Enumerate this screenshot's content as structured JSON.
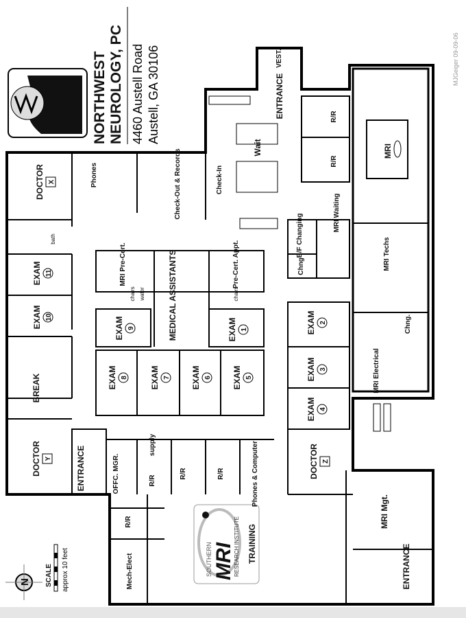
{
  "header": {
    "practice_name_line1": "NORTHWEST",
    "practice_name_line2": "NEUROLOGY, PC",
    "address_line1": "4460 Austell Road",
    "address_line2": "Austell, GA 30106"
  },
  "credit": "MJGeiger 09-09-06",
  "rooms": [
    {
      "label": "DOCTOR",
      "badge": "X"
    },
    {
      "label": "Phones"
    },
    {
      "label": "Check-Out & Records"
    },
    {
      "label": "Check-In"
    },
    {
      "label": "Wait"
    },
    {
      "label": "ENTRANCE"
    },
    {
      "label": "VEST."
    },
    {
      "label": "R/R"
    },
    {
      "label": "R/R"
    },
    {
      "label": "MRI"
    },
    {
      "label": "MRI Waiting"
    },
    {
      "label": "B/F Changing"
    },
    {
      "label": "Chng"
    },
    {
      "label": "MRI Pre-Cert."
    },
    {
      "label": "MEDICAL ASSISTANTS"
    },
    {
      "label": "Pre-Cert. Appt."
    },
    {
      "label": "MRI Techs"
    },
    {
      "label": "EXAM",
      "badge": "11"
    },
    {
      "label": "EXAM",
      "badge": "10"
    },
    {
      "label": "EXAM",
      "badge": "9"
    },
    {
      "label": "EXAM",
      "badge": "1"
    },
    {
      "label": "EXAM",
      "badge": "2"
    },
    {
      "label": "EXAM",
      "badge": "3"
    },
    {
      "label": "EXAM",
      "badge": "4"
    },
    {
      "label": "EXAM",
      "badge": "8"
    },
    {
      "label": "EXAM",
      "badge": "7"
    },
    {
      "label": "EXAM",
      "badge": "6"
    },
    {
      "label": "EXAM",
      "badge": "5"
    },
    {
      "label": "BREAK"
    },
    {
      "label": "MRI Electrical"
    },
    {
      "label": "Chng."
    },
    {
      "label": "DOCTOR",
      "badge": "Y"
    },
    {
      "label": "ENTRANCE"
    },
    {
      "label": "OFFC. MGR."
    },
    {
      "label": "R/R"
    },
    {
      "label": "R/R"
    },
    {
      "label": "R/R"
    },
    {
      "label": "Phones & Computer"
    },
    {
      "label": "supply"
    },
    {
      "label": "DOCTOR",
      "badge": "Z"
    },
    {
      "label": "MRI Mgt."
    },
    {
      "label": "R/R"
    },
    {
      "label": "Mech-Elect"
    },
    {
      "label": "TRAINING"
    },
    {
      "label": "ENTRANCE"
    },
    {
      "label": "bath"
    },
    {
      "label": "chairs"
    },
    {
      "label": "water"
    },
    {
      "label": "chairs"
    }
  ],
  "training_logo": {
    "top": "SOUTHERN",
    "main": "MRI",
    "bottom": "RESEARCH INSTITUTE"
  },
  "legend": {
    "compass": "N",
    "scale_label": "SCALE",
    "scale_note": "approx 10 feet"
  }
}
